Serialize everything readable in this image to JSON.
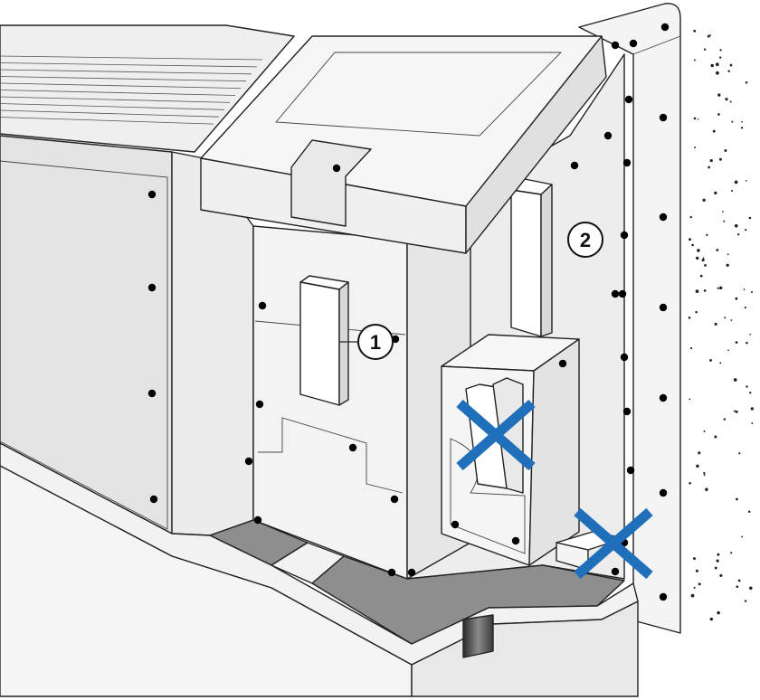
{
  "markers": [
    {
      "id": "marker-1",
      "label": "1"
    },
    {
      "id": "marker-2",
      "label": "2"
    }
  ],
  "exclusions": [
    {
      "id": "exclusion-x-1",
      "symbol": "X",
      "color": "#1f6fba"
    },
    {
      "id": "exclusion-x-2",
      "symbol": "X",
      "color": "#1f6fba"
    }
  ],
  "colors": {
    "panel": "#f1f1f1",
    "panel_shade": "#e2e2e2",
    "outline": "#222222",
    "floor_gray": "#8e8e8e",
    "accent_blue": "#1f6fba"
  }
}
